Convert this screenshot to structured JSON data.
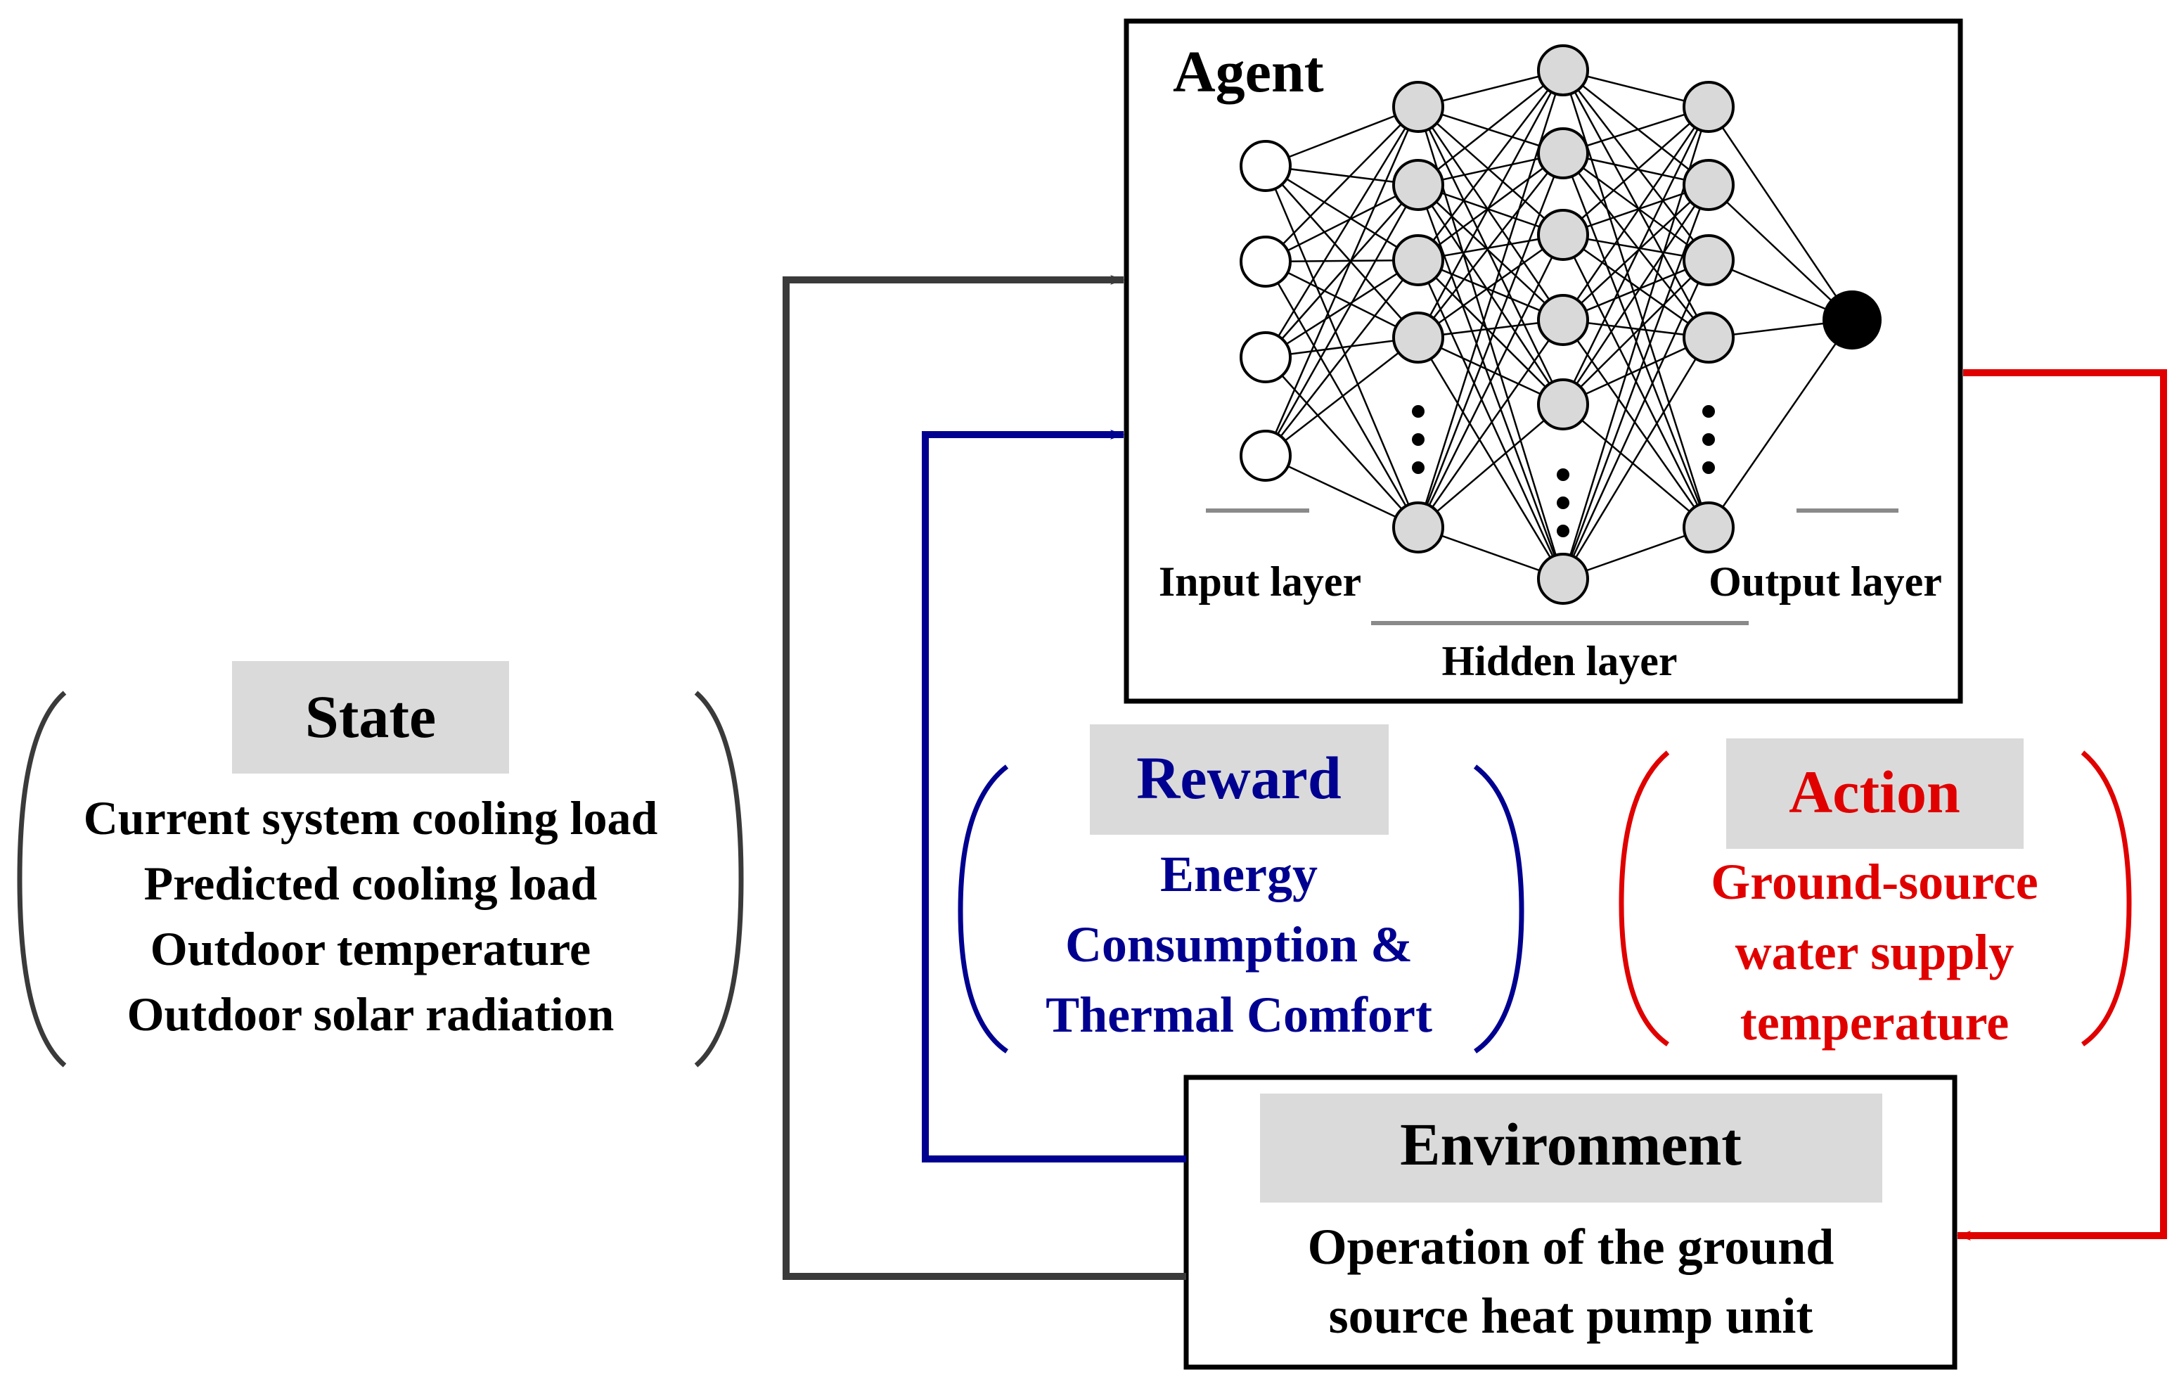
{
  "agent": {
    "title": "Agent",
    "input_label": "Input layer",
    "hidden_label": "Hidden layer",
    "output_label": "Output layer"
  },
  "state": {
    "title": "State",
    "lines": [
      "Current system cooling load",
      "Predicted cooling load",
      "Outdoor temperature",
      "Outdoor solar radiation"
    ]
  },
  "reward": {
    "title": "Reward",
    "lines": [
      "Energy",
      "Consumption &",
      "Thermal Comfort"
    ]
  },
  "action": {
    "title": "Action",
    "lines": [
      "Ground-source",
      "water supply",
      "temperature"
    ]
  },
  "environment": {
    "title": "Environment",
    "lines": [
      "Operation of the ground",
      "source heat pump unit"
    ]
  },
  "colors": {
    "state": "#3a3a3a",
    "reward": "#000090",
    "action": "#e00000",
    "label_bg": "#dadada",
    "node_fill": "#d9d9d9"
  }
}
